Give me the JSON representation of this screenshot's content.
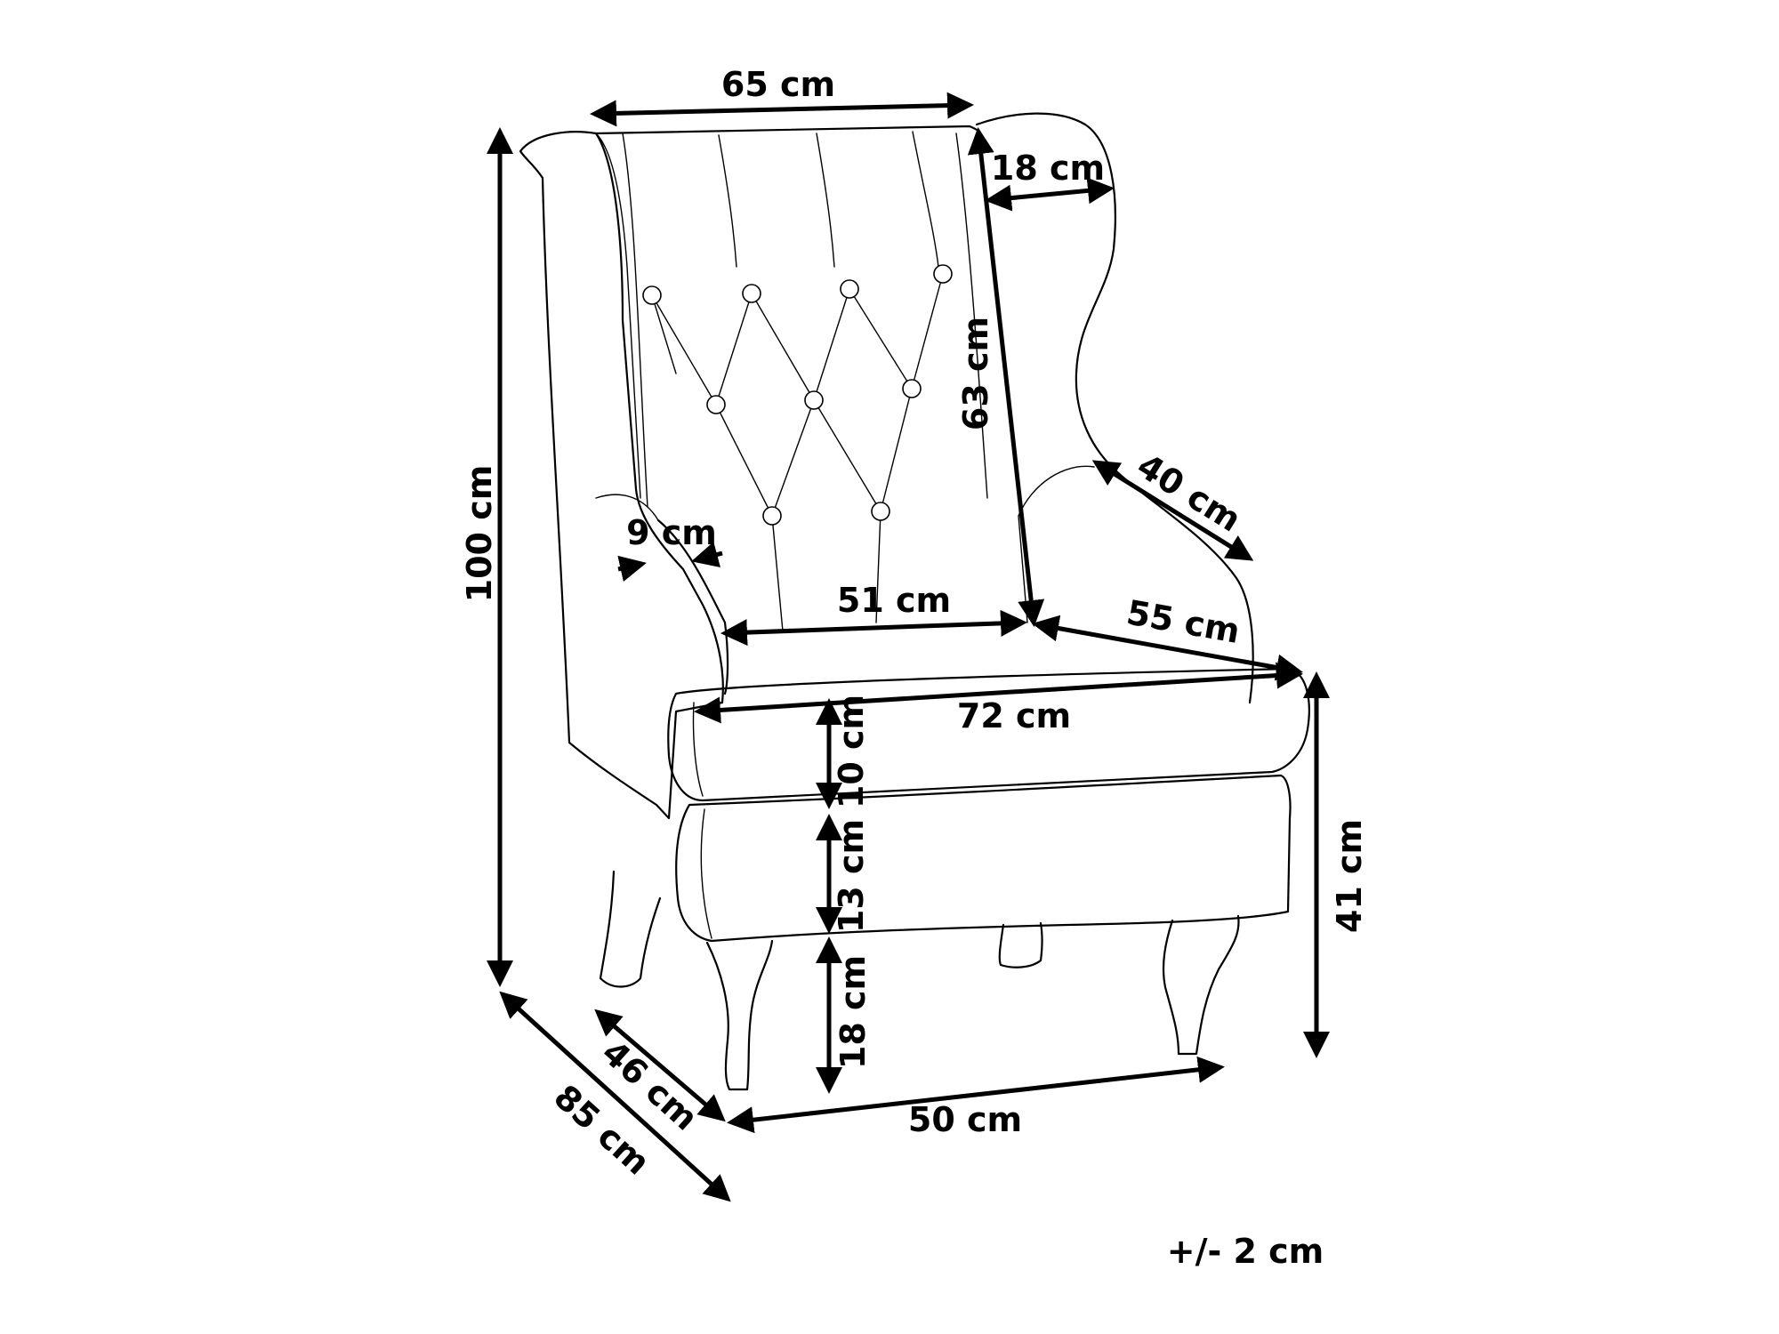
{
  "colors": {
    "line": "#000000",
    "background": "#ffffff"
  },
  "dimensions": {
    "back_width": "65 cm",
    "wing_depth": "18 cm",
    "back_height": "63 cm",
    "overall_height": "100 cm",
    "arm_length": "40 cm",
    "arm_width": "9 cm",
    "seat_width": "51 cm",
    "seat_depth": "55 cm",
    "overall_width": "72 cm",
    "cushion_height": "10 cm",
    "frame_height": "13 cm",
    "leg_height": "18 cm",
    "seat_height": "41 cm",
    "leg_depth": "46 cm",
    "overall_depth": "85 cm",
    "leg_span": "50 cm"
  },
  "tolerance": "+/- 2 cm"
}
